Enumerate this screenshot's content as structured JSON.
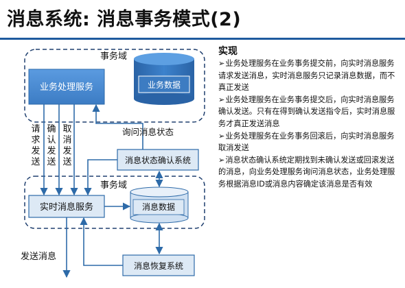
{
  "slide": {
    "title": "消息系统: 消息事务模式(2)"
  },
  "diagram": {
    "domain_top_label": "事务域",
    "domain_bottom_label": "事务域",
    "business_service": "业务处理服务",
    "business_data": "业务数据",
    "status_confirm_system": "消息状态确认系统",
    "realtime_service": "实时消息服务",
    "message_data": "消息数据",
    "recovery_system": "消息恢复系统",
    "query_status_label": "询问消息状态",
    "send_message_label": "发送消息",
    "arrow_labels": {
      "request_send": [
        "请",
        "求",
        "发",
        "送"
      ],
      "confirm_send": [
        "确",
        "认",
        "发",
        "送"
      ],
      "cancel_send": [
        "取",
        "消",
        "发",
        "送"
      ]
    },
    "colors": {
      "box_fill": "#4a8bd1",
      "box_stroke": "#2d6aa8",
      "light_fill": "#dde9f5",
      "db_fill": "#2f6fb7",
      "dashed": "#1f3f6e"
    }
  },
  "panel": {
    "heading": "实现",
    "bullet_marker": "➢",
    "bullets": [
      "业务处理服务在业务事务提交前，向实时消息服务请求发送消息，实时消息服务只记录消息数据，而不真正发送",
      "业务处理服务在业务事务提交后，向实时消息服务确认发送。只有在得到确认发送指令后，实时消息服务才真正发送消息",
      "业务处理服务在业务事务回滚后，向实时消息服务取消发送",
      "消息状态确认系统定期找到未确认发送或回滚发送的消息，向业务处理服务询问消息状态，业务处理服务根据消息ID或消息内容确定该消息是否有效"
    ]
  }
}
